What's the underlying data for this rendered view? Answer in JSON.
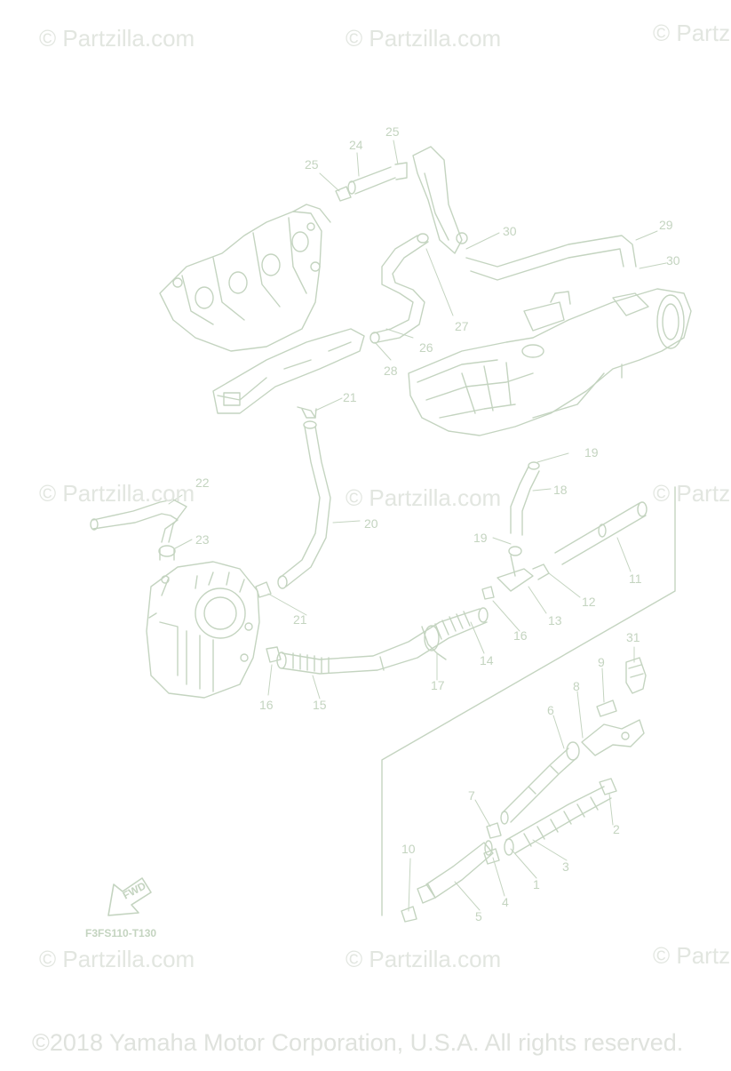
{
  "watermarks": [
    "© Partzilla.com",
    "© Partzilla.com",
    "© Partz",
    "© Partzilla.com",
    "© Partzilla.com",
    "© Partz",
    "© Partzilla.com",
    "© Partzilla.com",
    "© Partz"
  ],
  "copyright": "©2018 Yamaha Motor Corporation, U.S.A. All rights reserved.",
  "diagram_code": "F3FS110-T130",
  "fwd_label": "FWD",
  "callouts": [
    "1",
    "2",
    "3",
    "4",
    "5",
    "6",
    "7",
    "8",
    "9",
    "10",
    "11",
    "12",
    "13",
    "14",
    "15",
    "16",
    "16",
    "17",
    "18",
    "19",
    "19",
    "20",
    "21",
    "21",
    "22",
    "23",
    "24",
    "25",
    "25",
    "26",
    "27",
    "28",
    "29",
    "30",
    "30",
    "31"
  ],
  "colors": {
    "line": "#c4d4c0",
    "text": "#c4d4c0",
    "watermark": "#e2e6e0"
  }
}
